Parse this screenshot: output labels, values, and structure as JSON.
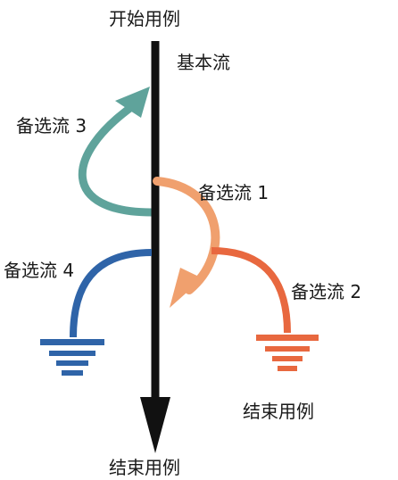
{
  "labels": {
    "start": "开始用例",
    "basic_flow": "基本流",
    "alt1": "备选流 1",
    "alt2": "备选流 2",
    "alt3": "备选流 3",
    "alt4": "备选流 4",
    "end_right": "结束用例",
    "end_bottom": "结束用例"
  },
  "colors": {
    "main_arrow": "#111111",
    "alt1": "#f0a06e",
    "alt2": "#e8683f",
    "alt3": "#5fa39b",
    "alt4": "#2f64a8"
  }
}
